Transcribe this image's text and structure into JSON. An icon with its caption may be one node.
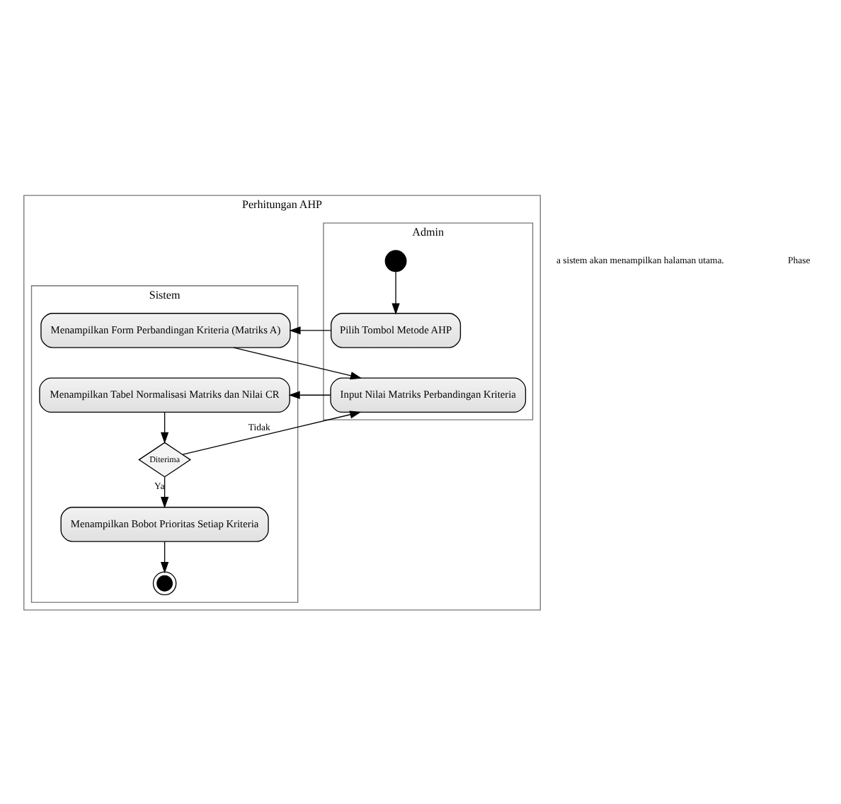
{
  "diagram": {
    "nodes": [
      {
        "text": [
          "Perhitungan AHP"
        ]
      },
      {
        "text": [
          "Admin"
        ],
        "in": 0
      },
      {
        "text": [
          "Sistem"
        ],
        "in": 0
      },
      {
        "text": [],
        "shape": "circle",
        "in": 1
      },
      {
        "text": [
          "Pilih Tombol Metode AHP"
        ],
        "in": 1
      },
      {
        "text": [
          "Menampilkan Form Perbandingan Kriteria (Matriks A)"
        ],
        "in": 2
      },
      {
        "text": [
          "Input Nilai Matriks Perbandingan Kriteria"
        ],
        "in": 1
      },
      {
        "text": [
          "Menampilkan Tabel Normalisasi Matriks dan Nilai CR"
        ],
        "in": 2
      },
      {
        "text": [
          "Diterima"
        ],
        "in": 2
      },
      {
        "text": [
          "Menampilkan Bobot Prioritas Setiap Kriteria"
        ],
        "in": 2
      },
      {
        "text": [],
        "shape": "circle",
        "in": 2
      }
    ],
    "edges": [
      {
        "from": 3,
        "to": 4,
        "arrow": "to"
      },
      {
        "from": 4,
        "to": 5,
        "arrow": "to"
      },
      {
        "from": 5,
        "to": 6,
        "arrow": "to"
      },
      {
        "from": 6,
        "to": 7,
        "arrow": "to"
      },
      {
        "from": 7,
        "to": 8,
        "arrow": "to"
      },
      {
        "from": 8,
        "to": 6,
        "label": "Tidak",
        "arrow": "to"
      },
      {
        "from": 8,
        "to": 9,
        "label": "Ya",
        "arrow": "to"
      },
      {
        "from": 9,
        "to": 10,
        "arrow": "to"
      }
    ],
    "labels": [
      "a sistem akan menampilkan halaman utama.",
      "Phase"
    ]
  }
}
